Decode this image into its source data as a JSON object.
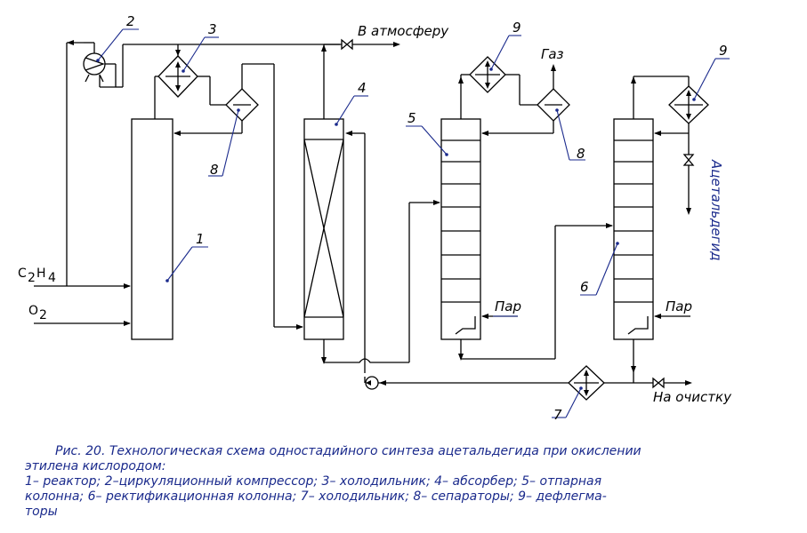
{
  "streams": {
    "ethylene_main": "C",
    "ethylene_sub": "2",
    "ethylene_h": "H",
    "ethylene_sub2": "4",
    "oxygen_main": "O",
    "oxygen_sub": "2",
    "to_atmosphere": "В атмосферу",
    "gas": "Газ",
    "steam_5": "Пар",
    "steam_6": "Пар",
    "acetaldehyde": "Ацетальдегид",
    "to_purification": "На очистку"
  },
  "callouts": {
    "n1": "1",
    "n2": "2",
    "n3": "3",
    "n4": "4",
    "n5": "5",
    "n6": "6",
    "n7": "7",
    "n8a": "8",
    "n8b": "8",
    "n9a": "9",
    "n9b": "9"
  },
  "caption": {
    "line1": "Рис. 20.  Технологическая схема одностадийного синтеза ацетальдегида при окислении",
    "line2": "этилена кислородом:",
    "line3": "1– реактор; 2–циркуляционный компрессор; 3– холодильник; 4– абсорбер; 5– отпарная",
    "line4": "колонна; 6– ректификационная колонна; 7– холодильник; 8– сепараторы; 9– дефлегма-",
    "line5": "торы"
  }
}
